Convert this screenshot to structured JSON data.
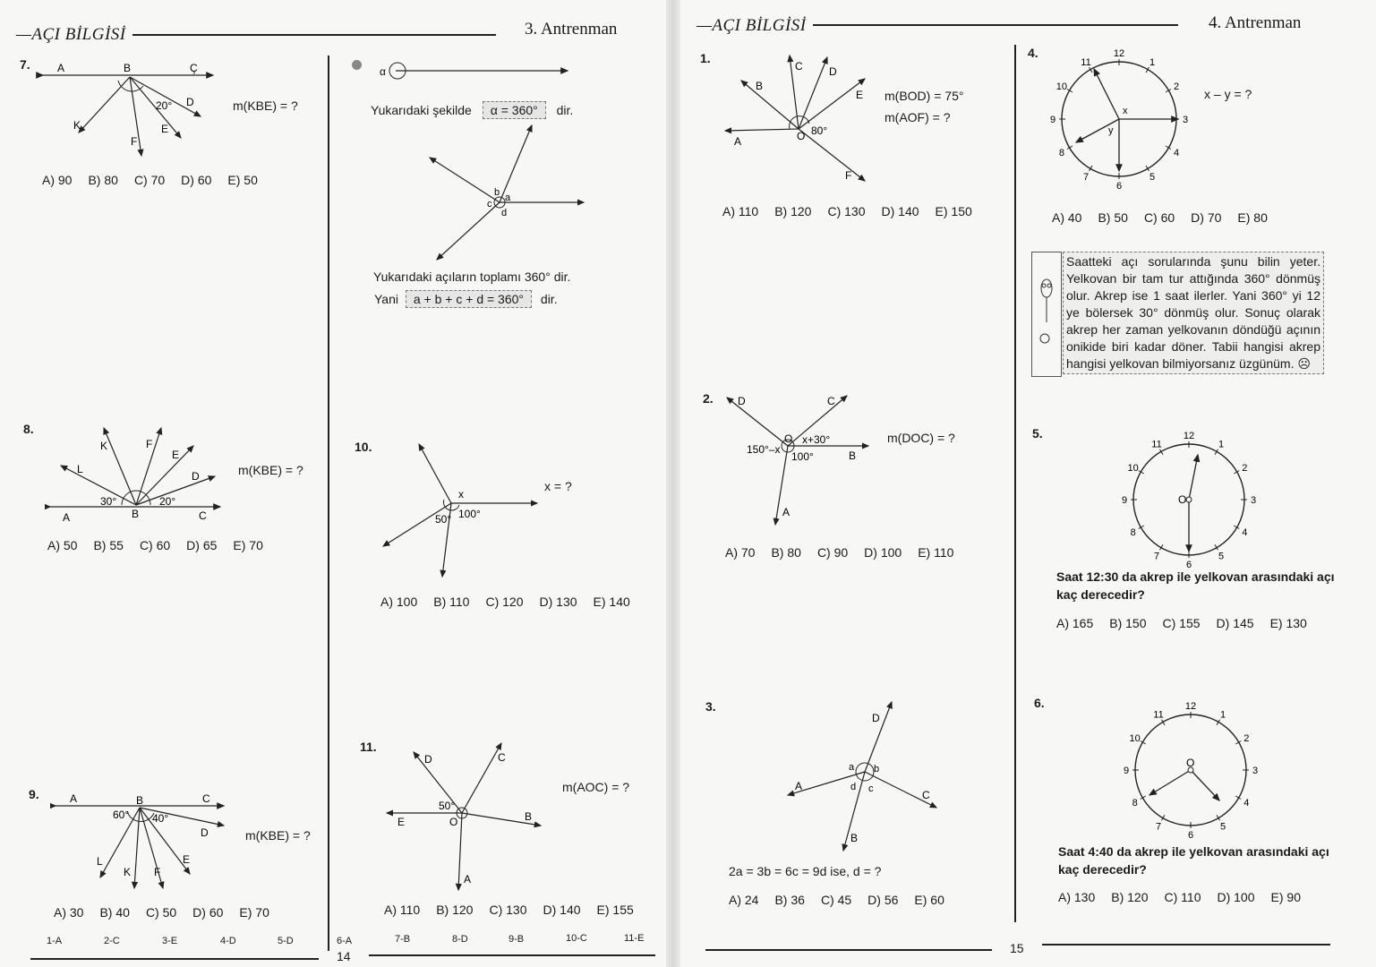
{
  "left_page": {
    "header_title": "—AÇI BİLGİSİ",
    "header_right": "3. Antrenman",
    "page_number": "14"
  },
  "right_page": {
    "header_title": "—AÇI BİLGİSİ",
    "header_right": "4. Antrenman",
    "page_number": "15"
  },
  "q7": {
    "num": "7.",
    "question": "m(KBE) = ?",
    "options": [
      "A) 90",
      "B) 80",
      "C) 70",
      "D) 60",
      "E) 50"
    ],
    "labels": {
      "a": "A",
      "b": "B",
      "c": "Ç",
      "d": "D",
      "e": "E",
      "f": "F",
      "k": "K",
      "ang": "20°"
    }
  },
  "q8": {
    "num": "8.",
    "question": "m(KBE) = ?",
    "options": [
      "A) 50",
      "B) 55",
      "C) 60",
      "D) 65",
      "E) 70"
    ],
    "labels": {
      "a": "A",
      "b": "B",
      "c": "C",
      "d": "D",
      "e": "E",
      "f": "F",
      "k": "K",
      "l": "L",
      "ang1": "30°",
      "ang2": "20°"
    }
  },
  "q9": {
    "num": "9.",
    "question": "m(KBE) = ?",
    "options": [
      "A) 30",
      "B) 40",
      "C) 50",
      "D) 60",
      "E) 70"
    ],
    "labels": {
      "a": "A",
      "b": "B",
      "c": "C",
      "d": "D",
      "e": "E",
      "f": "F",
      "k": "K",
      "l": "L",
      "ang1": "60°",
      "ang2": "40°"
    }
  },
  "info": {
    "alpha": "α",
    "line1": "Yukarıdaki şekilde",
    "box1": "α = 360°",
    "dir1": "dir.",
    "line2": "Yukarıdaki açıların toplamı 360° dir.",
    "yani": "Yani",
    "box2": "a + b + c + d = 360°",
    "dir2": "dir.",
    "labels": {
      "a": "a",
      "b": "b",
      "c": "c",
      "d": "d"
    }
  },
  "q10": {
    "num": "10.",
    "question": "x = ?",
    "options": [
      "A) 100",
      "B) 110",
      "C) 120",
      "D) 130",
      "E) 140"
    ],
    "labels": {
      "x": "x",
      "ang1": "50°",
      "ang2": "100°"
    }
  },
  "q11": {
    "num": "11.",
    "question": "m(AOC) = ?",
    "options": [
      "A) 110",
      "B) 120",
      "C) 130",
      "D) 140",
      "E) 155"
    ],
    "labels": {
      "a": "A",
      "b": "B",
      "c": "C",
      "d": "D",
      "e": "E",
      "o": "O",
      "ang": "50°"
    }
  },
  "answers_left": [
    "1-A",
    "2-C",
    "3-E",
    "4-D",
    "5-D",
    "6-A",
    "7-B",
    "8-D",
    "9-B",
    "10-C",
    "11-E"
  ],
  "r1": {
    "num": "1.",
    "q1": "m(BOD) = 75°",
    "q2": "m(AOF) = ?",
    "options": [
      "A) 110",
      "B) 120",
      "C) 130",
      "D) 140",
      "E) 150"
    ],
    "labels": {
      "a": "A",
      "b": "B",
      "c": "C",
      "d": "D",
      "e": "E",
      "f": "F",
      "o": "O",
      "ang": "80°"
    }
  },
  "r2": {
    "num": "2.",
    "question": "m(DOC) = ?",
    "options": [
      "A) 70",
      "B) 80",
      "C) 90",
      "D) 100",
      "E) 110"
    ],
    "labels": {
      "a": "A",
      "b": "B",
      "c": "C",
      "d": "D",
      "o": "O",
      "ang1": "150°–x",
      "ang2": "x+30°",
      "ang3": "100°"
    }
  },
  "r3": {
    "num": "3.",
    "question": "2a = 3b = 6c = 9d ise, d = ?",
    "options": [
      "A) 24",
      "B) 36",
      "C) 45",
      "D) 56",
      "E) 60"
    ],
    "labels": {
      "a": "A",
      "b": "B",
      "c": "C",
      "d": "D",
      "sa": "a",
      "sb": "b",
      "sc": "c",
      "sd": "d"
    }
  },
  "r4": {
    "num": "4.",
    "question": "x – y = ?",
    "options": [
      "A) 40",
      "B) 50",
      "C) 60",
      "D) 70",
      "E) 80"
    ],
    "labels": {
      "x": "x",
      "y": "y"
    }
  },
  "clock_numbers": [
    "12",
    "1",
    "2",
    "3",
    "4",
    "5",
    "6",
    "7",
    "8",
    "9",
    "10",
    "11"
  ],
  "note": "Saatteki açı sorularında şunu bilin yeter. Yelkovan bir tam tur attığında 360° dönmüş olur. Akrep ise 1 saat ilerler. Yani 360° yi 12 ye bölersek 30° dönmüş olur. Sonuç olarak akrep her zaman yelkovanın döndüğü açının onikide biri kadar döner. Tabii hangisi akrep hangisi yelkovan bilmiyorsanız üzgünüm. ☹",
  "r5": {
    "num": "5.",
    "question1": "Saat 12:30 da akrep ile yelkovan arasındaki açı",
    "question2": "kaç derecedir?",
    "options": [
      "A) 165",
      "B) 150",
      "C) 155",
      "D) 145",
      "E) 130"
    ],
    "o": "O"
  },
  "r6": {
    "num": "6.",
    "question1": "Saat 4:40 da akrep ile yelkovan arasındaki açı",
    "question2": "kaç derecedir?",
    "options": [
      "A) 130",
      "B) 120",
      "C) 110",
      "D) 100",
      "E) 90"
    ],
    "o": "O"
  }
}
